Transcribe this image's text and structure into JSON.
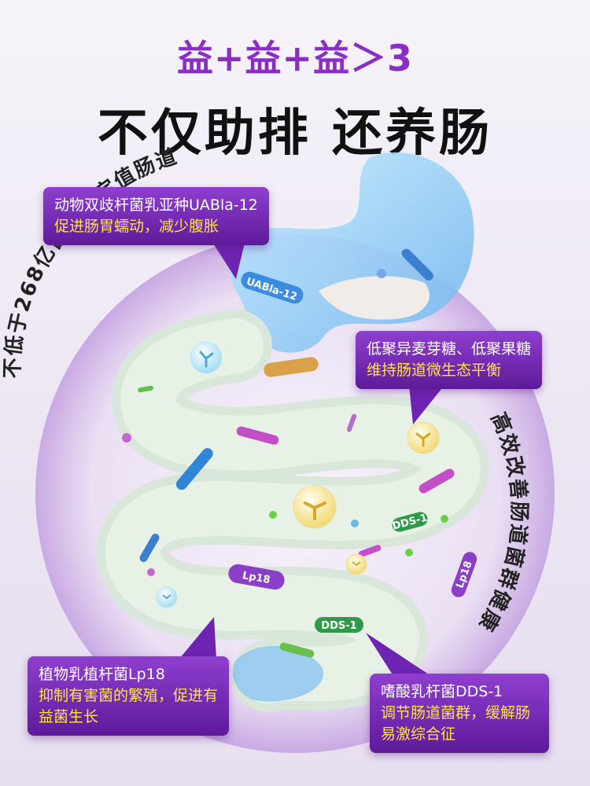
{
  "header": {
    "title": "益+益+益＞3",
    "subtitle": "不仅助排 还养肠"
  },
  "ring": {
    "left_text": "不低于268亿菌靶向定值肠道",
    "right_text": "高效改善肠道菌群健康"
  },
  "callouts": [
    {
      "title": "动物双歧杆菌乳亚种UABla-12",
      "desc": "促进肠胃蠕动，减少腹胀"
    },
    {
      "title": "低聚异麦芽糖、低聚果糖",
      "desc": "维持肠道微生态平衡"
    },
    {
      "title": "植物乳植杆菌Lp18",
      "desc": "抑制有害菌的繁殖，促进有益菌生长"
    },
    {
      "title": "嗜酸乳杆菌DDS-1",
      "desc": "调节肠道菌群，缓解肠易激综合征"
    }
  ],
  "bacteria_tags": {
    "uabla": "UABla-12",
    "lp18_main": "Lp18",
    "lp18_small": "Lp18",
    "dds1_main": "DDS-1",
    "dds1_small": "DDS-1"
  },
  "colors": {
    "title_purple": "#8a2fc4",
    "callout_purple": "#6e24b0",
    "highlight_yellow": "#ffe14a",
    "intestine_fill": "#e6efe6",
    "stomach_blue": "#8fd2f5"
  },
  "icons": [
    "molecule-icon",
    "bacteria-icon",
    "arrow-pointer-icon"
  ]
}
